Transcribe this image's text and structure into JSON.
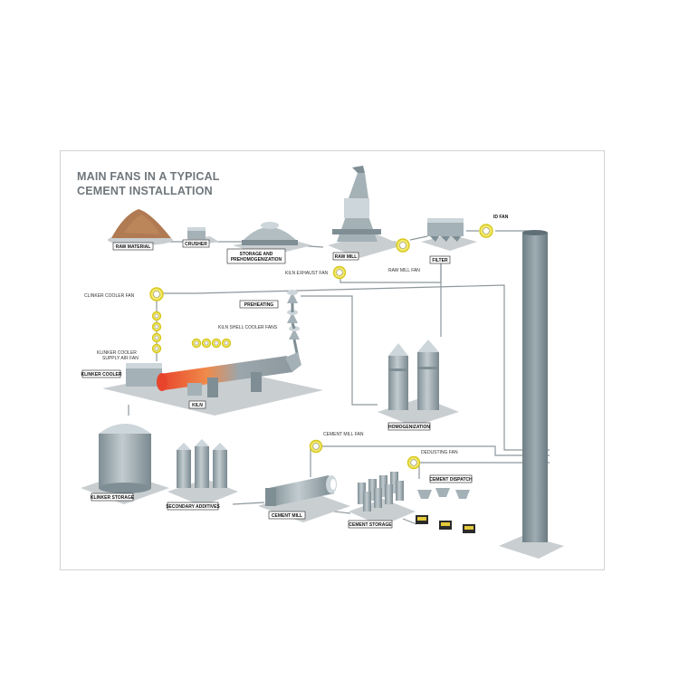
{
  "diagram": {
    "title_line1": "MAIN FANS IN A TYPICAL",
    "title_line2": "CEMENT INSTALLATION",
    "stations": {
      "raw_material": "RAW MATERIAL",
      "crusher": "CRUSHER",
      "storage_line1": "STORAGE AND",
      "storage_line2": "PREHOMOGENIZATION",
      "raw_mill": "RAW MILL",
      "filter": "FILTER",
      "preheating": "PREHEATING",
      "klinker_cooler": "KLINKER COOLER",
      "kiln": "KILN",
      "homogenization": "HOMOGENIZATION",
      "klinker_storage": "KLINKER STORAGE",
      "secondary_additives": "SECONDARY ADDITIVES",
      "cement_mill": "CEMENT MILL",
      "cement_storage": "CEMENT STORAGE",
      "cement_dispatch": "CEMENT DISPATCH"
    },
    "fans": {
      "id_fan": "ID FAN",
      "kiln_exhaust_fan": "KILN EXHAUST FAN",
      "raw_mill_fan": "RAW MILL FAN",
      "clinker_cooler_fan": "CLINKER COOLER FAN",
      "kiln_shell_cooler_fans": "KILN SHELL COOLER FANS",
      "klinker_cooler_supply_line1": "KLINKER COOLER",
      "klinker_cooler_supply_line2": "SUPPLY AIR FAN",
      "cement_mill_fan": "CEMENT MILL FAN",
      "dedusting_fan": "DEDUSTING FAN"
    },
    "colors": {
      "fan_fill": "#f2e96b",
      "metal": "#a4b1b7",
      "pipe": "#8e979c",
      "title": "#6f767b",
      "kiln_hot": "#e8442c"
    }
  }
}
